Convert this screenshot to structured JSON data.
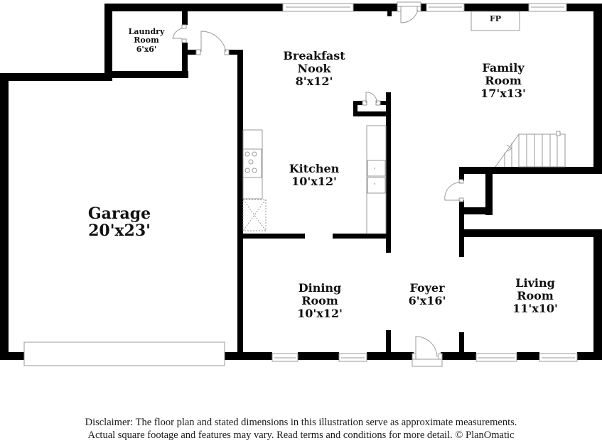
{
  "rooms": {
    "laundry": {
      "name": "Laundry Room",
      "line1": "Laundry",
      "line2": "Room",
      "dims": "6'x6'"
    },
    "breakfast_nook": {
      "name": "Breakfast Nook",
      "line1": "Breakfast",
      "line2": "Nook",
      "dims": "8'x12'"
    },
    "family_room": {
      "name": "Family Room",
      "line1": "Family",
      "line2": "Room",
      "dims": "17'x13'"
    },
    "kitchen": {
      "name": "Kitchen",
      "line1": "Kitchen",
      "dims": "10'x12'"
    },
    "garage": {
      "name": "Garage",
      "line1": "Garage",
      "dims": "20'x23'"
    },
    "dining_room": {
      "name": "Dining Room",
      "line1": "Dining",
      "line2": "Room",
      "dims": "10'x12'"
    },
    "foyer": {
      "name": "Foyer",
      "line1": "Foyer",
      "dims": "6'x16'"
    },
    "living_room": {
      "name": "Living Room",
      "line1": "Living",
      "line2": "Room",
      "dims": "11'x10'"
    }
  },
  "fixtures": {
    "fireplace": "FP"
  },
  "disclaimer": {
    "line1": "Disclaimer: The floor plan and stated dimensions in this illustration serve as approximate measurements.",
    "line2": "Actual square footage and features may vary. Read terms and conditions for more detail. © PlanOmatic"
  }
}
